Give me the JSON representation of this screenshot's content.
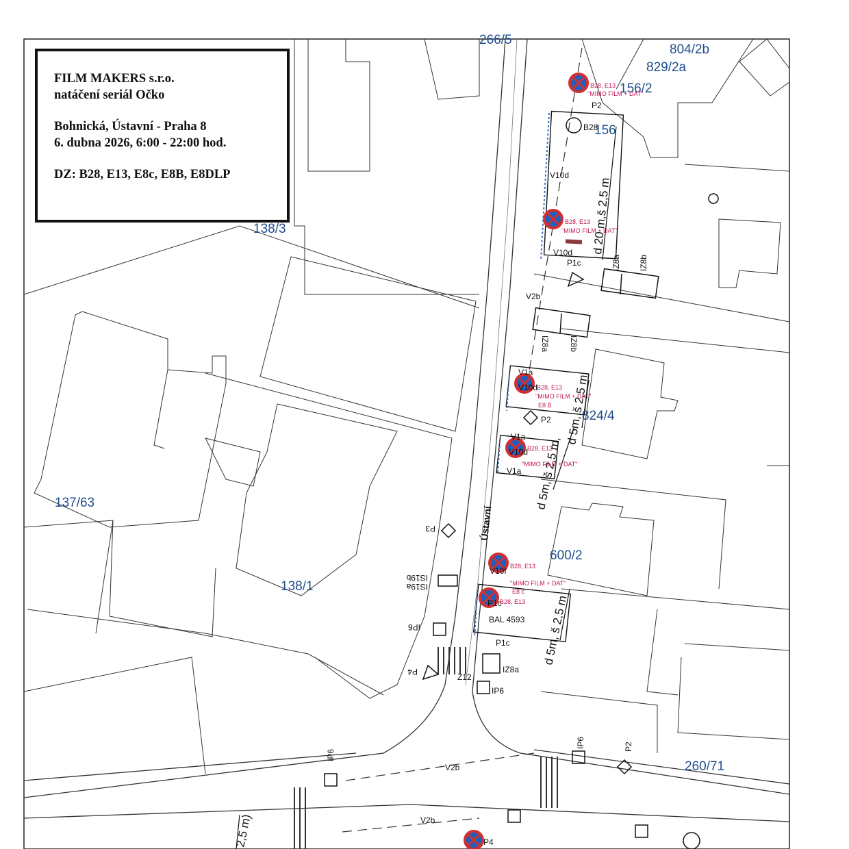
{
  "info_box": {
    "line1": "FILM MAKERS s.r.o.",
    "line2": "natáčení seriál Očko",
    "line3": "Bohnická, Ústavní - Praha 8",
    "line4": "6. dubna 2026, 6:00 - 22:00 hod.",
    "line5": "DZ: B28, E13, E8c, E8B, E8DLP"
  },
  "street_name": "Ústavní",
  "parcels": {
    "p1": "804/2b",
    "p2": "829/2a",
    "p3": "156/2",
    "p4": "137/63",
    "p5": "138/1",
    "p6": "824/4",
    "p7": "600/2",
    "p8": "260/71",
    "p9": "156",
    "p10": "266/5",
    "p11": "138/3"
  },
  "sign_codes": {
    "b28": "B28",
    "v10d": "V10d",
    "v2b": "V2b",
    "iz8a": "IZ8a",
    "iz8b": "IZ8b",
    "v1a": "V1a",
    "p2": "P2",
    "p3": "P3",
    "p4": "P4",
    "p1c": "P1c",
    "ip6": "IP6",
    "is19b": "IS19b",
    "is19a": "IS19a",
    "v10f": "V10f",
    "z12": "Z12",
    "bal": "BAL 4593"
  },
  "pink_notes": {
    "b28e13": "B28, E13",
    "mimo": "\"MIMO FILM + DAT\"",
    "e8b": "E8 B",
    "e8c": "E8 c"
  },
  "dimensions": {
    "d1": "d 20 m,š 2,5 m",
    "d2": "d 5m, š 2,5 m,",
    "d3": "d 5m, š 2,5 m,",
    "d4": "d 5m, š 2,5 m",
    "d5": "2,5 m)"
  }
}
